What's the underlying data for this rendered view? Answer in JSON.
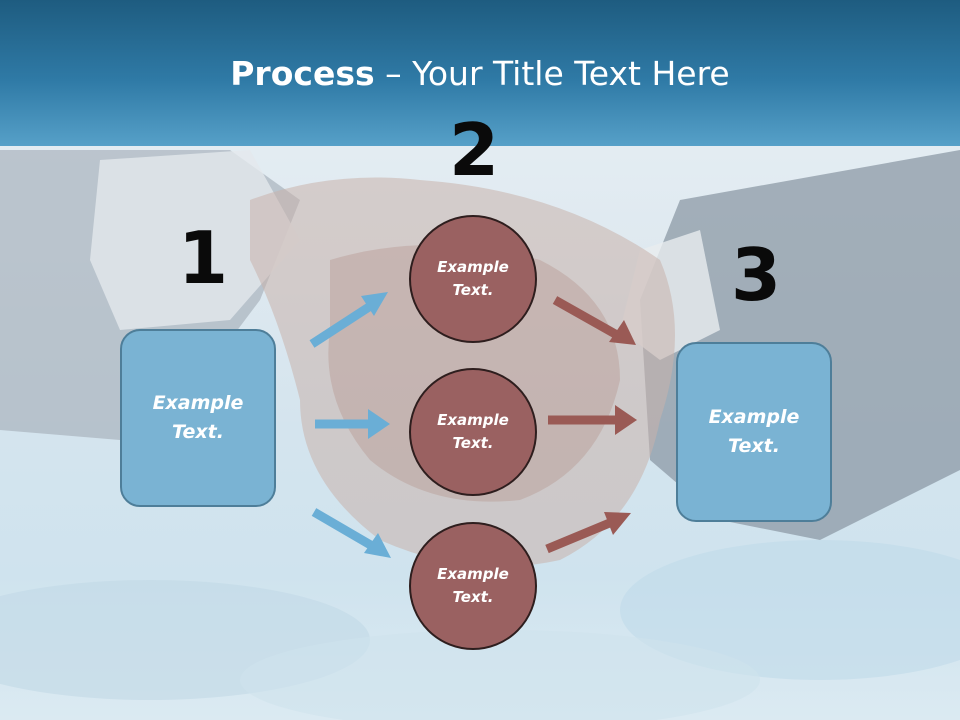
{
  "title": {
    "bold": "Process",
    "rest": " – Your Title Text Here"
  },
  "steps": [
    {
      "number": "1",
      "text_line1": "Example",
      "text_line2": "Text."
    },
    {
      "number": "2"
    },
    {
      "number": "3",
      "text_line1": "Example",
      "text_line2": "Text."
    }
  ],
  "circles": [
    {
      "text_line1": "Example",
      "text_line2": "Text."
    },
    {
      "text_line1": "Example",
      "text_line2": "Text."
    },
    {
      "text_line1": "Example",
      "text_line2": "Text."
    }
  ],
  "colors": {
    "header": "#2f7aa6",
    "box_fill": "#7ab3d3",
    "circle_fill": "#9a6161",
    "arrow_in": "#6aaed6",
    "arrow_out": "#9a5a55"
  }
}
